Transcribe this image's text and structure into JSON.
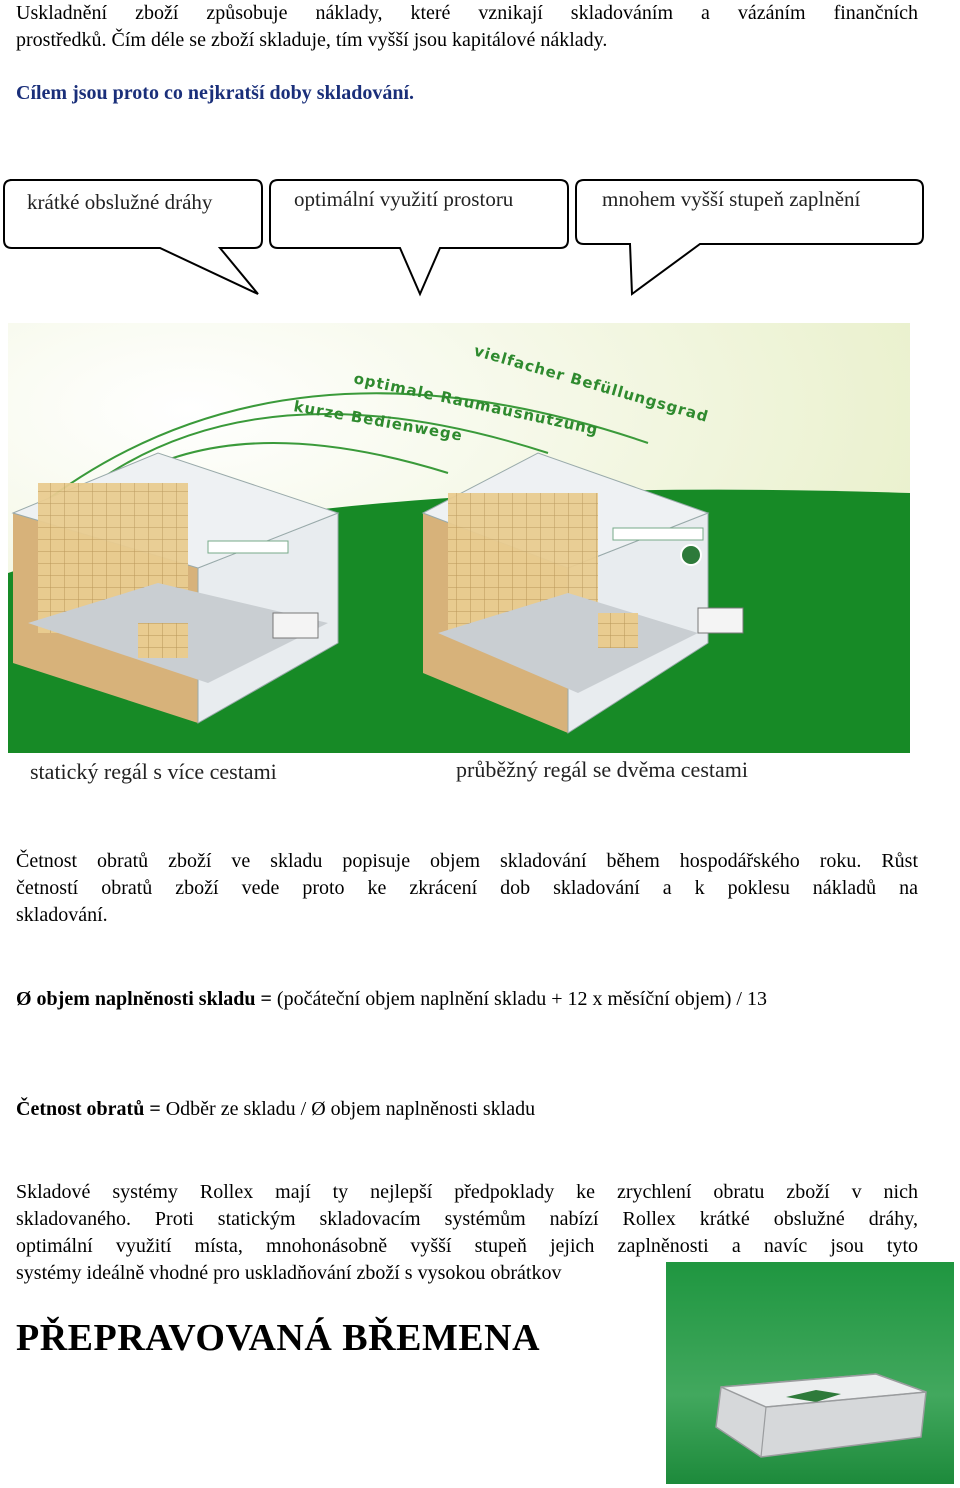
{
  "intro": {
    "line1": "Uskladnění zboží způsobuje náklady, které vznikají skladováním a vázáním finančních",
    "line2": "prostředků. Čím déle se zboží skladuje, tím vyšší jsou kapitálové náklady.",
    "goal": "Cílem jsou proto  co nejkratší doby skladování."
  },
  "bubbles": [
    {
      "text": "krátké obslužné dráhy"
    },
    {
      "text": "optimální využití prostoru"
    },
    {
      "text": "mnohem vyšší stupeň zaplnění"
    }
  ],
  "illustration": {
    "arc_labels": [
      "kurze Bedienwege",
      "optimale Raumausnutzung",
      "vielfacher Befüllungsgrad"
    ],
    "colors": {
      "sky": "#eef3d2",
      "ground": "#1a8a2a",
      "building": "#e8ecef",
      "boxes": "#e7c98e"
    }
  },
  "captions": {
    "left": "statický regál s více cestami",
    "right": "průběžný regál se dvěma cestami"
  },
  "turnover": {
    "line1": "Četnost obratů zboží ve skladu popisuje objem skladování během hospodářského roku. Růst",
    "line2": "četností obratů zboží vede proto ke zkrácení dob skladování a k poklesu nákladů na",
    "line3": "skladování."
  },
  "formula1": {
    "bold": "Ø objem naplněnosti skladu =",
    "rest": " (počáteční objem naplnění skladu + 12 x měsíční objem) / 13"
  },
  "formula2": {
    "bold": "Četnost obratů =",
    "rest": " Odběr ze skladu / Ø objem naplněnosti skladu"
  },
  "rollex": {
    "line1": "Skladové systémy Rollex mají ty nejlepší předpoklady ke zrychlení  obratu zboží v nich",
    "line2": "skladovaného. Proti statickým skladovacím systémům nabízí Rollex krátké obslužné dráhy,",
    "line3": "optimální využití místa, mnohonásobně vyšší stupeň jejich zaplněnosti a navíc jsou tyto",
    "line4": "systémy ideálně vhodné pro uskladňování zboží s vysokou obrátkov"
  },
  "section_heading": "PŘEPRAVOVANÁ BŘEMENA"
}
